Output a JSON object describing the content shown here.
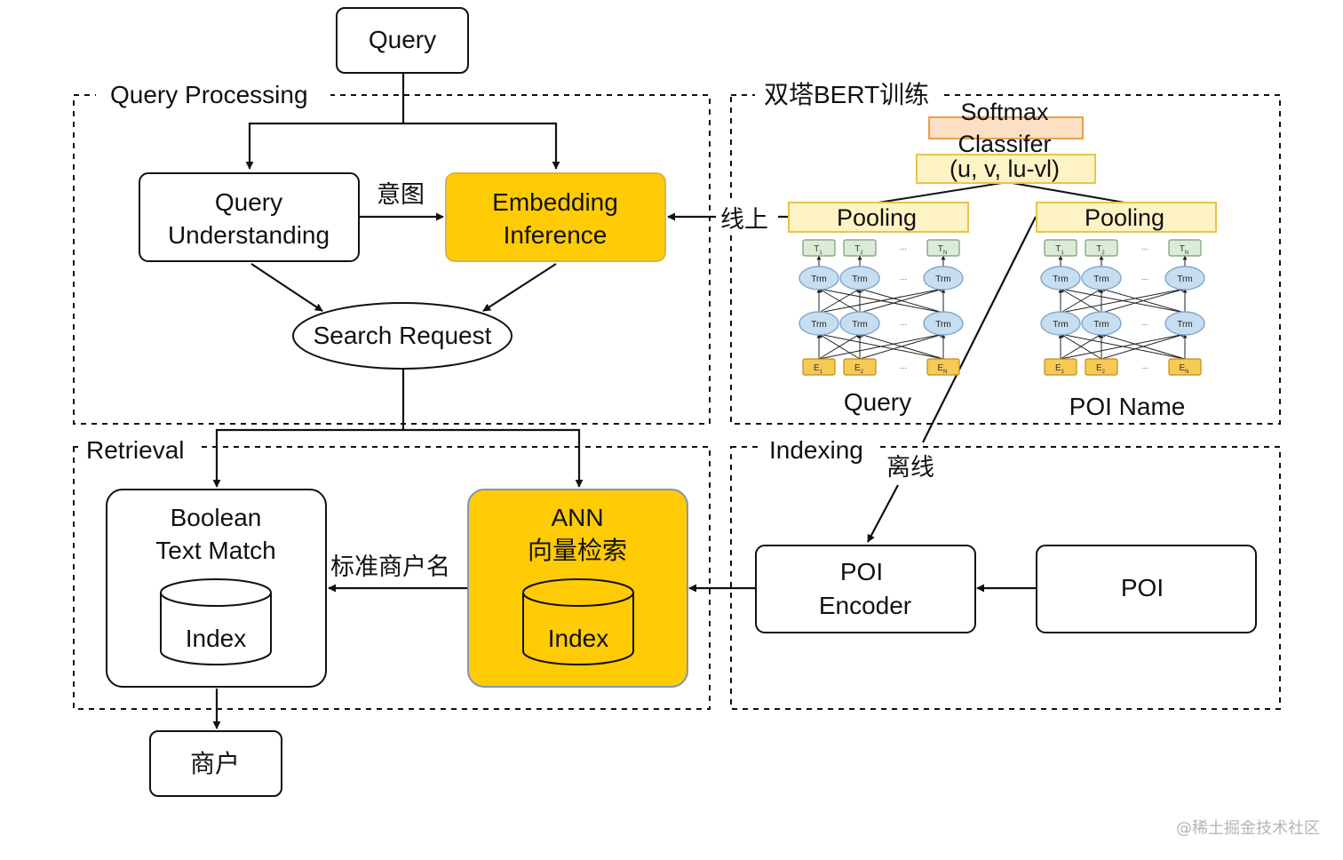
{
  "groups": {
    "query_processing": "Query Processing",
    "bert_training": "双塔BERT训练",
    "retrieval": "Retrieval",
    "indexing": "Indexing"
  },
  "nodes": {
    "query": "Query",
    "query_understanding_1": "Query",
    "query_understanding_2": "Understanding",
    "embedding_1": "Embedding",
    "embedding_2": "Inference",
    "search_request": "Search Request",
    "boolean_1": "Boolean",
    "boolean_2": "Text Match",
    "boolean_index": "Index",
    "ann_1": "ANN",
    "ann_2": "向量检索",
    "ann_index": "Index",
    "poi_encoder_1": "POI",
    "poi_encoder_2": "Encoder",
    "poi": "POI",
    "merchant": "商户"
  },
  "edges": {
    "intent": "意图",
    "online": "线上",
    "offline": "离线",
    "merchant_name": "标准商户名"
  },
  "bert": {
    "softmax": "Softmax",
    "classifier": "Classifer",
    "uv": "(u, v, lu-vl)",
    "pooling_left": "Pooling",
    "pooling_right": "Pooling",
    "left_label": "Query",
    "right_label": "POI Name",
    "trm": "Trm",
    "dots": "...",
    "t_tokens": [
      "T1",
      "T2",
      "TN"
    ],
    "e_tokens": [
      "E1",
      "E2",
      "EN"
    ]
  },
  "watermark": "@稀土掘金技术社区",
  "colors": {
    "highlight": "#FFCB05",
    "highlight_border": "#D9B540",
    "ann_border": "#7F96B2",
    "pool_fill": "#FDF3C4",
    "pool_border": "#EBC34A",
    "softmax_fill": "#FBE0C4",
    "softmax_border": "#E8A14E",
    "trm_fill": "#C7DDF0",
    "trm_border": "#7FA6CC",
    "t_fill": "#DCEBD8",
    "t_border": "#7C9A76",
    "e_fill": "#F7C955",
    "e_border": "#C28A1C"
  }
}
